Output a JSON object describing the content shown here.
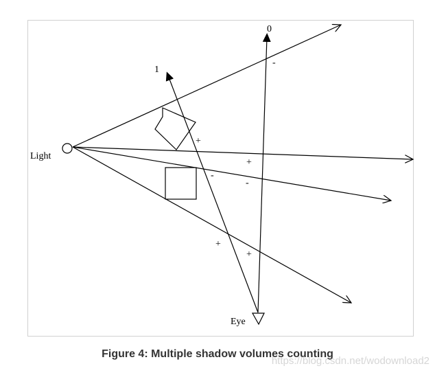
{
  "labels": {
    "light": "Light",
    "eye": "Eye",
    "ray_zero": "0",
    "ray_one": "1"
  },
  "signs": {
    "s1": "-",
    "s2": "+",
    "s3": "+",
    "s4": "-",
    "s5": "-",
    "s6": "+",
    "s7": "+"
  },
  "caption": "Figure 4: Multiple shadow volumes counting",
  "watermark": "https://blog.csdn.net/wodownload2",
  "colors": {
    "ink": "#000000",
    "frame": "#d0d0d0",
    "caption": "#333333"
  }
}
